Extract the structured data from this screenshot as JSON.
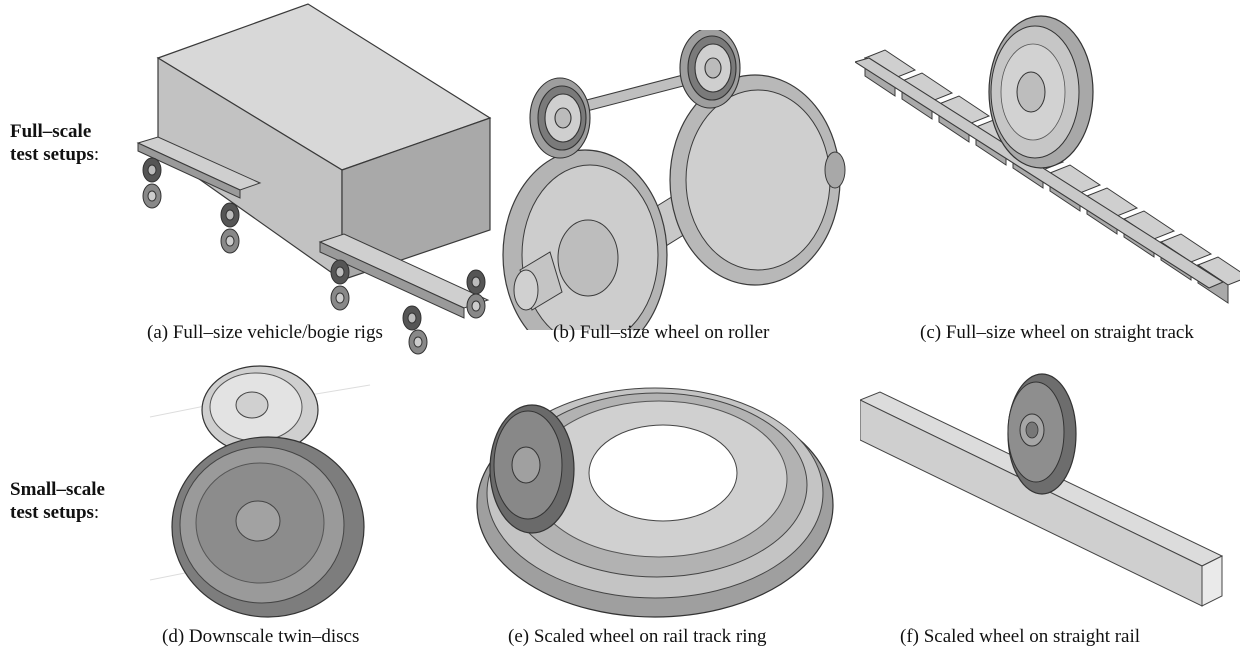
{
  "row_labels": {
    "full": {
      "line1": "Full–scale",
      "line2": "test setups",
      "colon": ":"
    },
    "small": {
      "line1": "Small–scale",
      "line2": "test setups",
      "colon": ":"
    }
  },
  "panels": [
    {
      "id": "a",
      "caption": "(a) Full–size vehicle/bogie rigs"
    },
    {
      "id": "b",
      "caption": "(b) Full–size wheel on roller"
    },
    {
      "id": "c",
      "caption": "(c) Full–size wheel on straight track"
    },
    {
      "id": "d",
      "caption": "(d) Downscale twin–discs"
    },
    {
      "id": "e",
      "caption": "(e) Scaled wheel on rail track ring"
    },
    {
      "id": "f",
      "caption": "(f) Scaled wheel on straight rail"
    }
  ],
  "colors": {
    "light": "#d4d4d4",
    "mid": "#a8a8a8",
    "dark": "#6e6e6e",
    "edge": "#3a3a3a"
  }
}
